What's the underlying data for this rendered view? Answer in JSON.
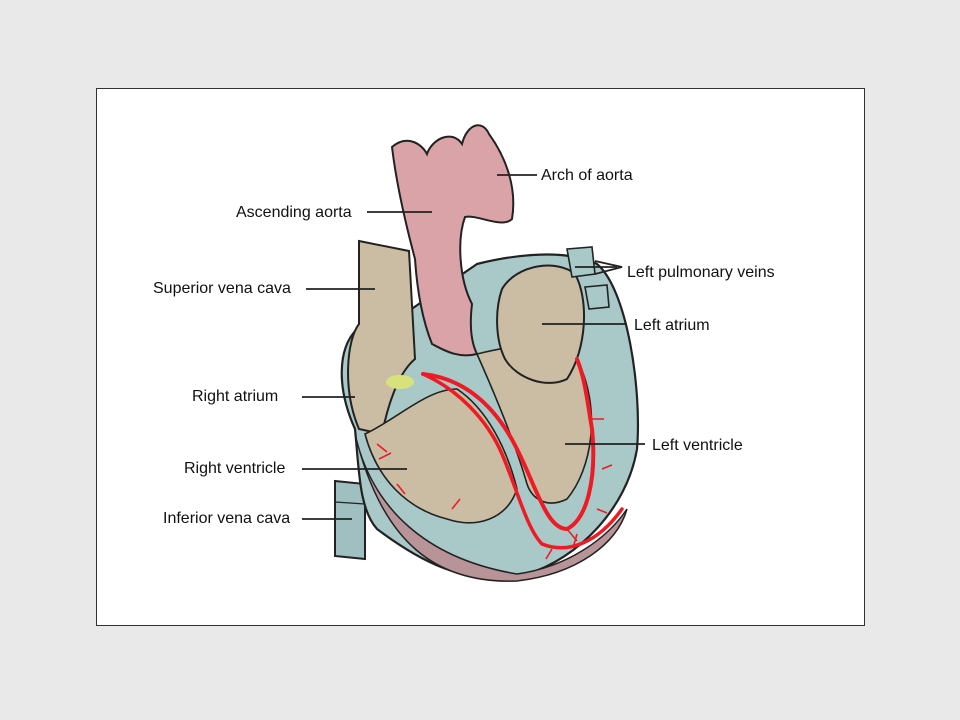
{
  "diagram": {
    "labels": {
      "arch_of_aorta": "Arch of  aorta",
      "ascending_aorta": "Ascending aorta",
      "superior_vena_cava": "Superior vena cava",
      "left_pulmonary_veins": "Left pulmonary veins",
      "left_atrium": "Left atrium",
      "right_atrium": "Right atrium",
      "left_ventricle": "Left ventricle",
      "right_ventricle": "Right ventricle",
      "inferior_vena_cava": "Inferior vena cava"
    },
    "colors": {
      "aorta": "#d9a3a7",
      "myocardium": "#a9c8c8",
      "chamber": "#cbbda4",
      "conduction": "#ee1b24",
      "node": "#d8e27a",
      "outline": "#222222"
    }
  }
}
